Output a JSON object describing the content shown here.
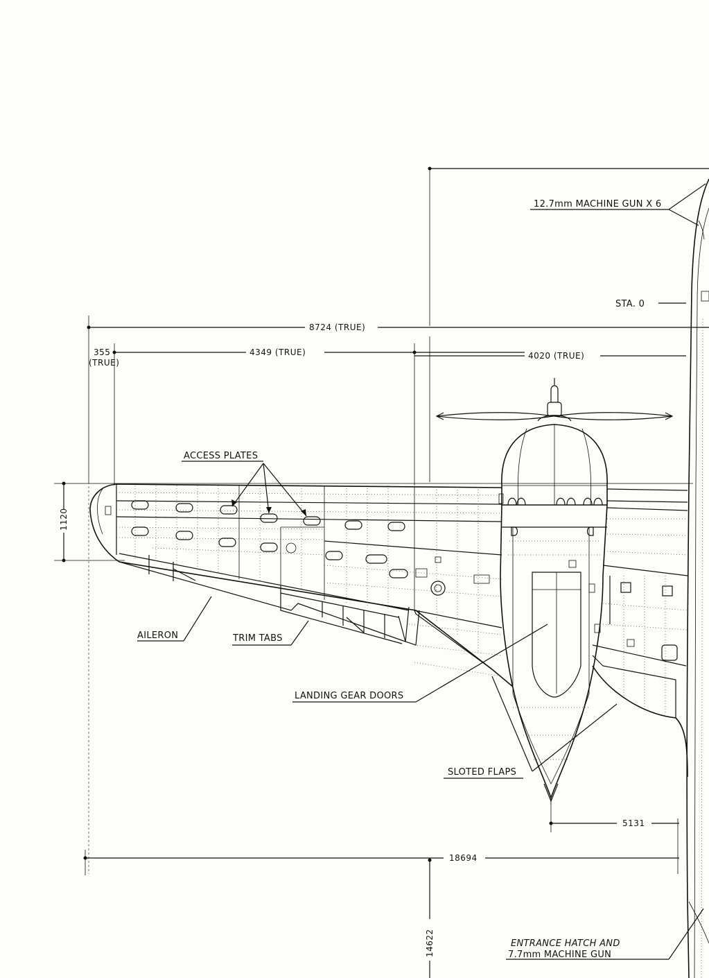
{
  "labels": {
    "gun_x6": "12.7mm MACHINE GUN X 6",
    "sta0": "STA. 0",
    "access_plates": "ACCESS PLATES",
    "aileron": "AILERON",
    "trim_tabs": "TRIM TABS",
    "landing_gear_doors": "LANDING GEAR DOORS",
    "sloted_flaps": "SLOTED FLAPS",
    "entrance_hatch_1": "ENTRANCE HATCH AND",
    "entrance_hatch_2": "7.7mm MACHINE GUN"
  },
  "dimensions": {
    "d8724": "8724 (TRUE)",
    "d355": "355",
    "d355_true": "(TRUE)",
    "d4349": "4349 (TRUE)",
    "d4020": "4020 (TRUE)",
    "d1120": "1120",
    "d5131": "5131",
    "d18694": "18694",
    "d14622": "14622"
  }
}
